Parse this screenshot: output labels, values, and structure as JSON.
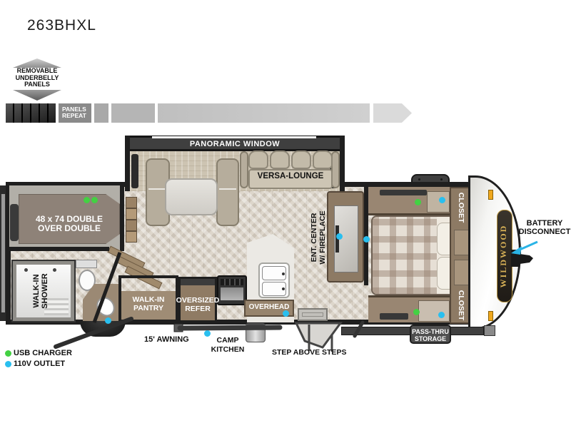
{
  "title": "263BHXL",
  "underbelly_badge": {
    "line1": "REMOVABLE",
    "line2": "UNDERBELLY",
    "line3": "PANELS",
    "repeat_line1": "PANELS",
    "repeat_line2": "REPEAT"
  },
  "legend": {
    "usb_label": "USB CHARGER",
    "usb_color": "#43d143",
    "outlet_label": "110V OUTLET",
    "outlet_color": "#29bfef"
  },
  "plan": {
    "panoramic_window": "PANORAMIC WINDOW",
    "versa_lounge": "VERSA-LOUNGE",
    "bunk_line1": "48 x 74 DOUBLE",
    "bunk_line2": "OVER DOUBLE",
    "shower_line1": "WALK-IN",
    "shower_line2": "SHOWER",
    "pantry_line1": "WALK-IN",
    "pantry_line2": "PANTRY",
    "refer_line1": "OVERSIZED",
    "refer_line2": "REFER",
    "overhead": "OVERHEAD",
    "ent_line1": "ENT. CENTER",
    "ent_line2": "W/ FIREPLACE",
    "closet_top": "CLOSET",
    "closet_bottom": "CLOSET",
    "awning": "15' AWNING",
    "camp_line1": "CAMP",
    "camp_line2": "KITCHEN",
    "steps": "STEP ABOVE STEPS",
    "passthru_line1": "PASS-THRU",
    "passthru_line2": "STORAGE",
    "battery_line1": "BATTERY",
    "battery_line2": "DISCONNECT",
    "brand": "WILDWOOD",
    "accent_arrow_color": "#2ab4e6"
  }
}
